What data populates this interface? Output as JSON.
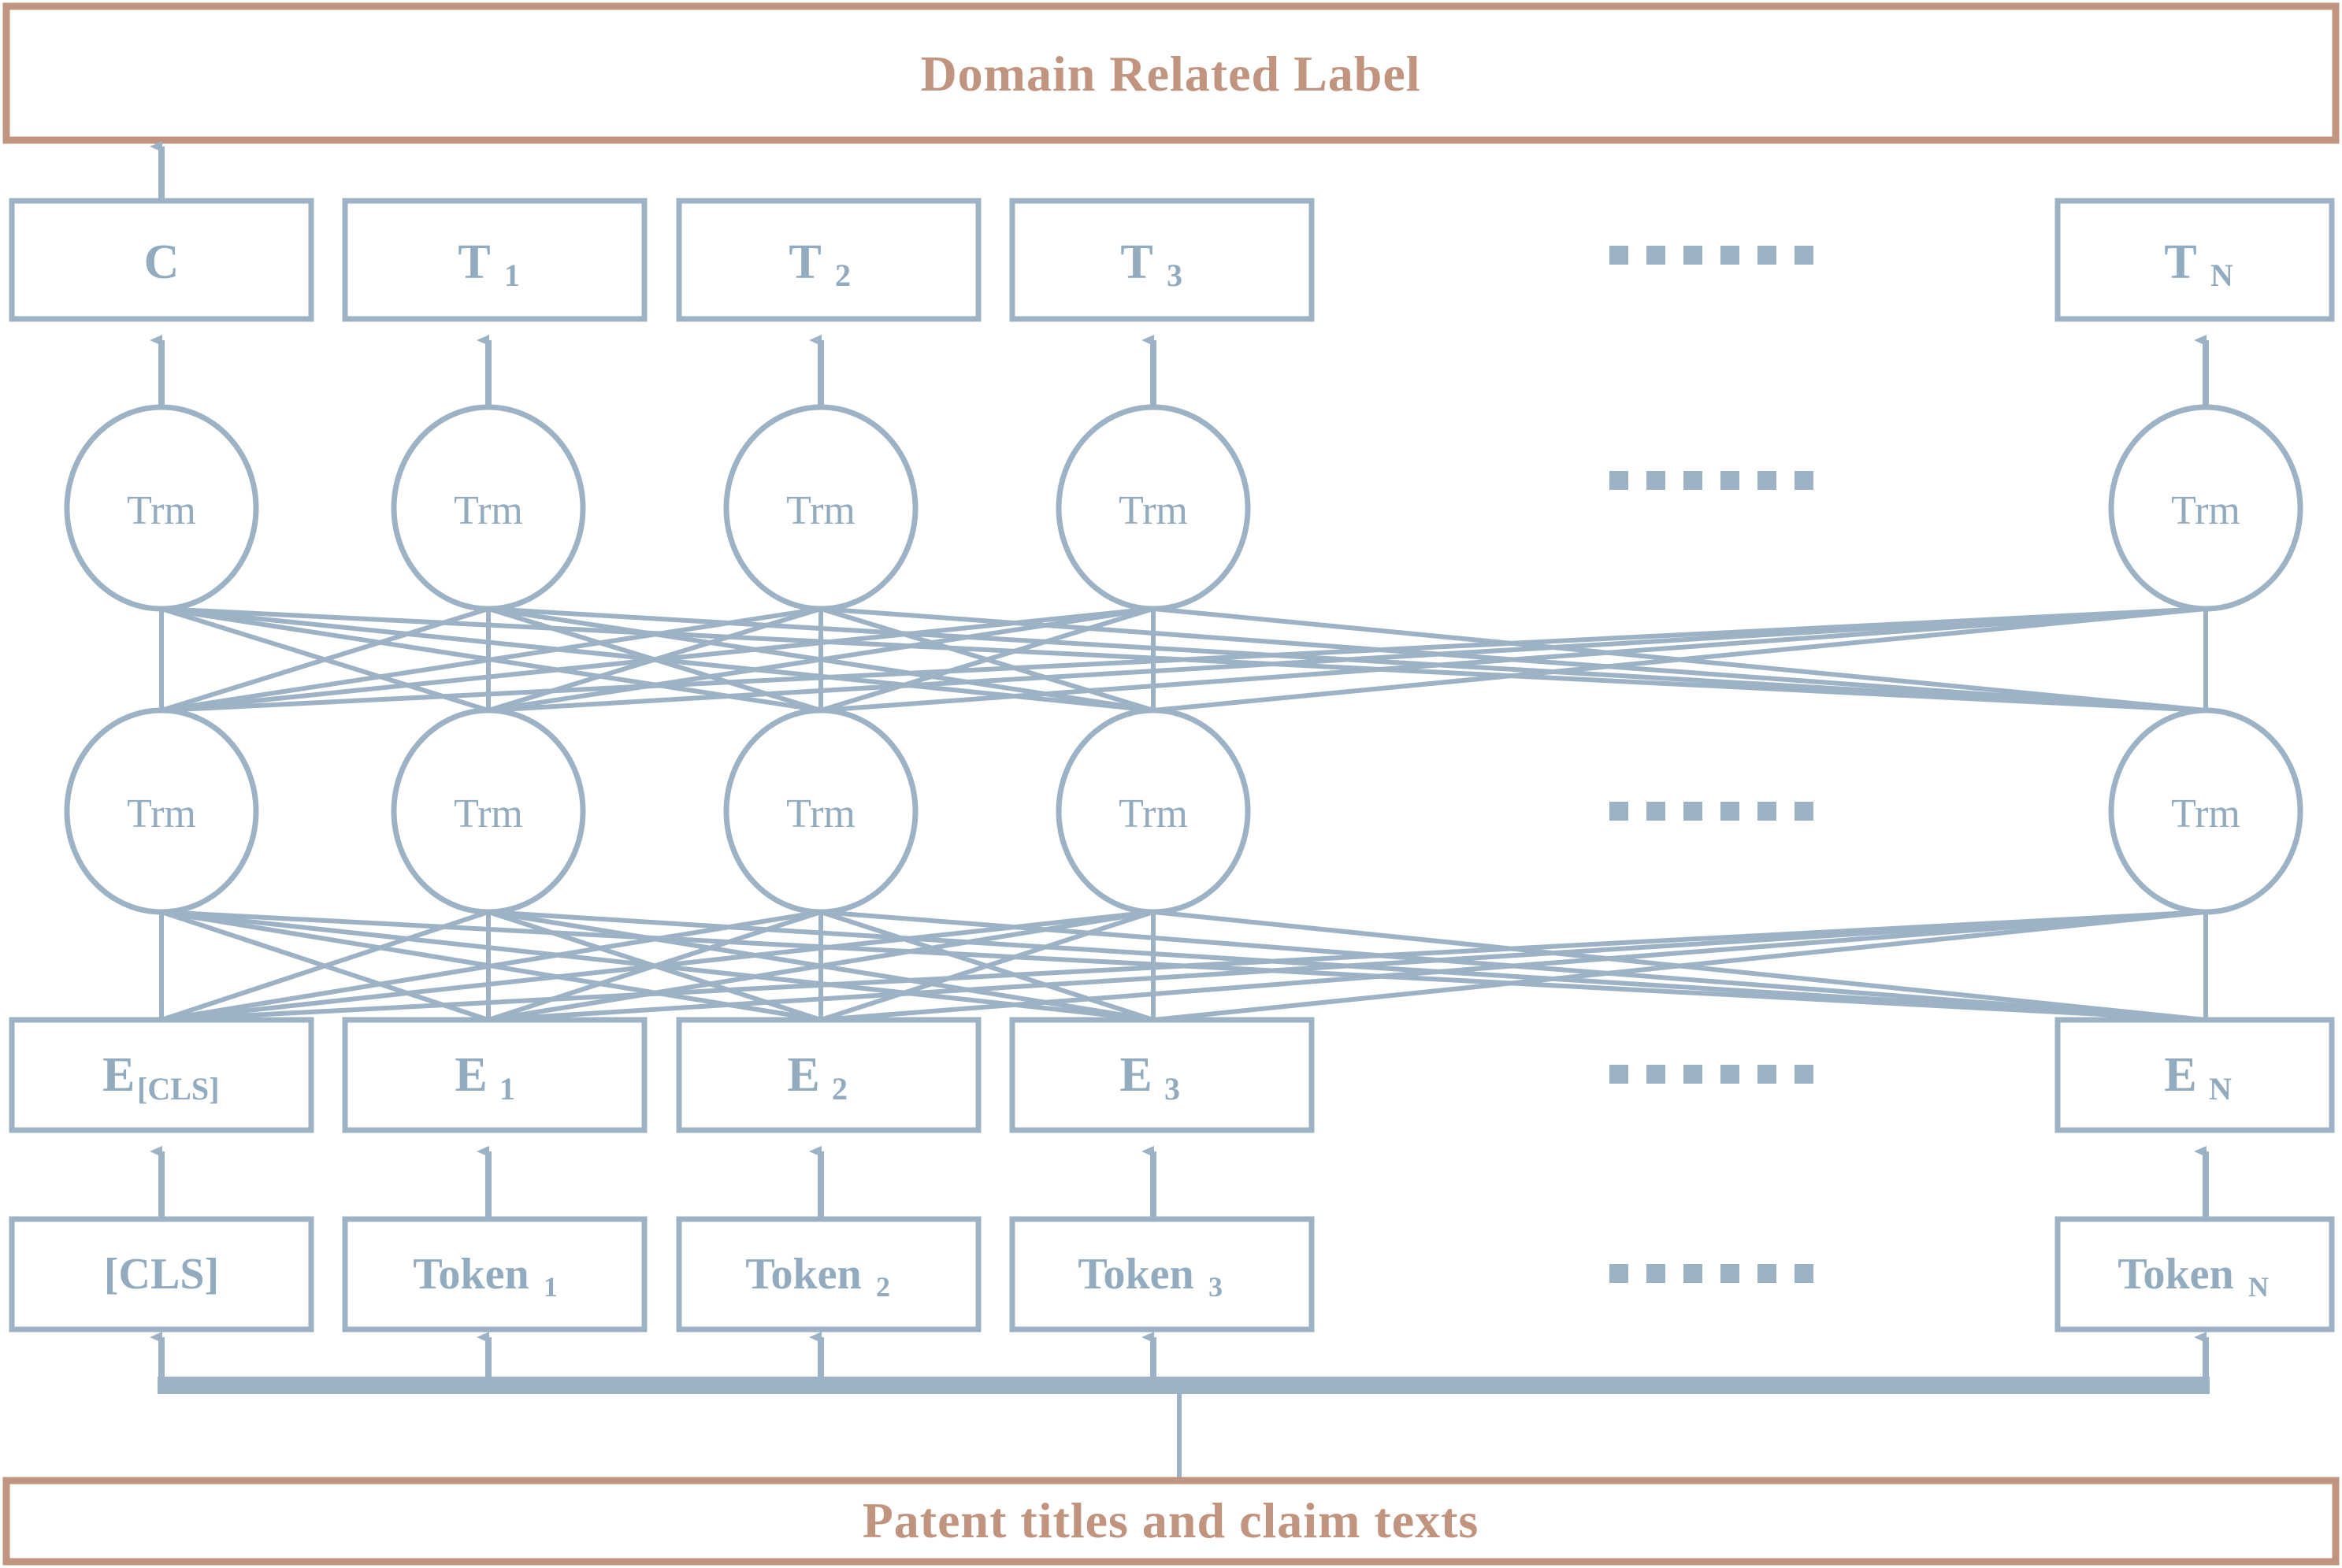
{
  "figure": {
    "type": "architecture-diagram",
    "model": "BERT",
    "colors": {
      "accent_blue": "#9db3c5",
      "accent_blue_dark": "#93abbf",
      "accent_brown": "#c0947e",
      "background": "#ffffff"
    }
  },
  "top_banner": {
    "label": "Domain Related Label"
  },
  "bottom_banner": {
    "label": "Patent titles and claim texts"
  },
  "ellipsis": {
    "glyph": "......",
    "dot_count": 6
  },
  "rows": {
    "output_row": {
      "name": "output-token-row",
      "cells": [
        {
          "main": "C",
          "sub": ""
        },
        {
          "main": "T",
          "sub": "1"
        },
        {
          "main": "T",
          "sub": "2"
        },
        {
          "main": "T",
          "sub": "3"
        },
        {
          "main": "",
          "sub": "",
          "ellipsis": true
        },
        {
          "main": "T",
          "sub": "N"
        }
      ]
    },
    "transformer_row_2": {
      "name": "transformer-layer-2",
      "cells": [
        {
          "main": "Trm"
        },
        {
          "main": "Trm"
        },
        {
          "main": "Trm"
        },
        {
          "main": "Trm"
        },
        {
          "main": "",
          "ellipsis": true
        },
        {
          "main": "Trm"
        }
      ]
    },
    "transformer_row_1": {
      "name": "transformer-layer-1",
      "cells": [
        {
          "main": "Trm"
        },
        {
          "main": "Trm"
        },
        {
          "main": "Trm"
        },
        {
          "main": "Trm"
        },
        {
          "main": "",
          "ellipsis": true
        },
        {
          "main": "Trm"
        }
      ]
    },
    "embedding_row": {
      "name": "embedding-row",
      "cells": [
        {
          "main": "E",
          "sub": "[CLS]"
        },
        {
          "main": "E",
          "sub": "1"
        },
        {
          "main": "E",
          "sub": "2"
        },
        {
          "main": "E",
          "sub": "3"
        },
        {
          "main": "",
          "sub": "",
          "ellipsis": true
        },
        {
          "main": "E",
          "sub": "N"
        }
      ]
    },
    "token_row": {
      "name": "token-row",
      "cells": [
        {
          "main": "[CLS]",
          "sub": ""
        },
        {
          "main": "Token",
          "sub": "1"
        },
        {
          "main": "Token",
          "sub": "2"
        },
        {
          "main": "Token",
          "sub": "3"
        },
        {
          "main": "",
          "sub": "",
          "ellipsis": true
        },
        {
          "main": "Token",
          "sub": "N"
        }
      ]
    }
  },
  "geometry": {
    "columns_x_center": [
      205,
      620,
      1040,
      1460,
      2140,
      2800
    ],
    "row_y": {
      "output": 330,
      "trm2": 640,
      "trm1": 1020,
      "embedding": 1360,
      "token": 1600
    }
  }
}
